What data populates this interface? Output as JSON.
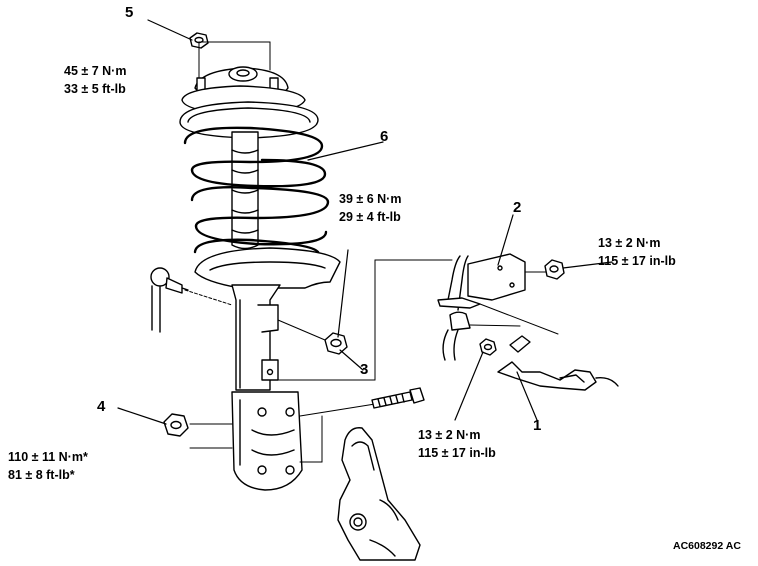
{
  "callouts": {
    "c1": "1",
    "c2": "2",
    "c3": "3",
    "c4": "4",
    "c5": "5",
    "c6": "6"
  },
  "torques": {
    "t5_nm": "45 ± 7 N·m",
    "t5_ft": "33 ± 5 ft-lb",
    "t3_nm": "39 ± 6 N·m",
    "t3_ft": "29 ± 4 ft-lb",
    "t2_nm": "13 ± 2 N·m",
    "t2_in": "115 ± 17 in-lb",
    "t1_nm": "13 ± 2 N·m",
    "t1_in": "115 ± 17 in-lb",
    "t4_nm": "110 ± 11 N·m*",
    "t4_ft": "81 ± 8 ft-lb*"
  },
  "figure_code": "AC608292 AC"
}
